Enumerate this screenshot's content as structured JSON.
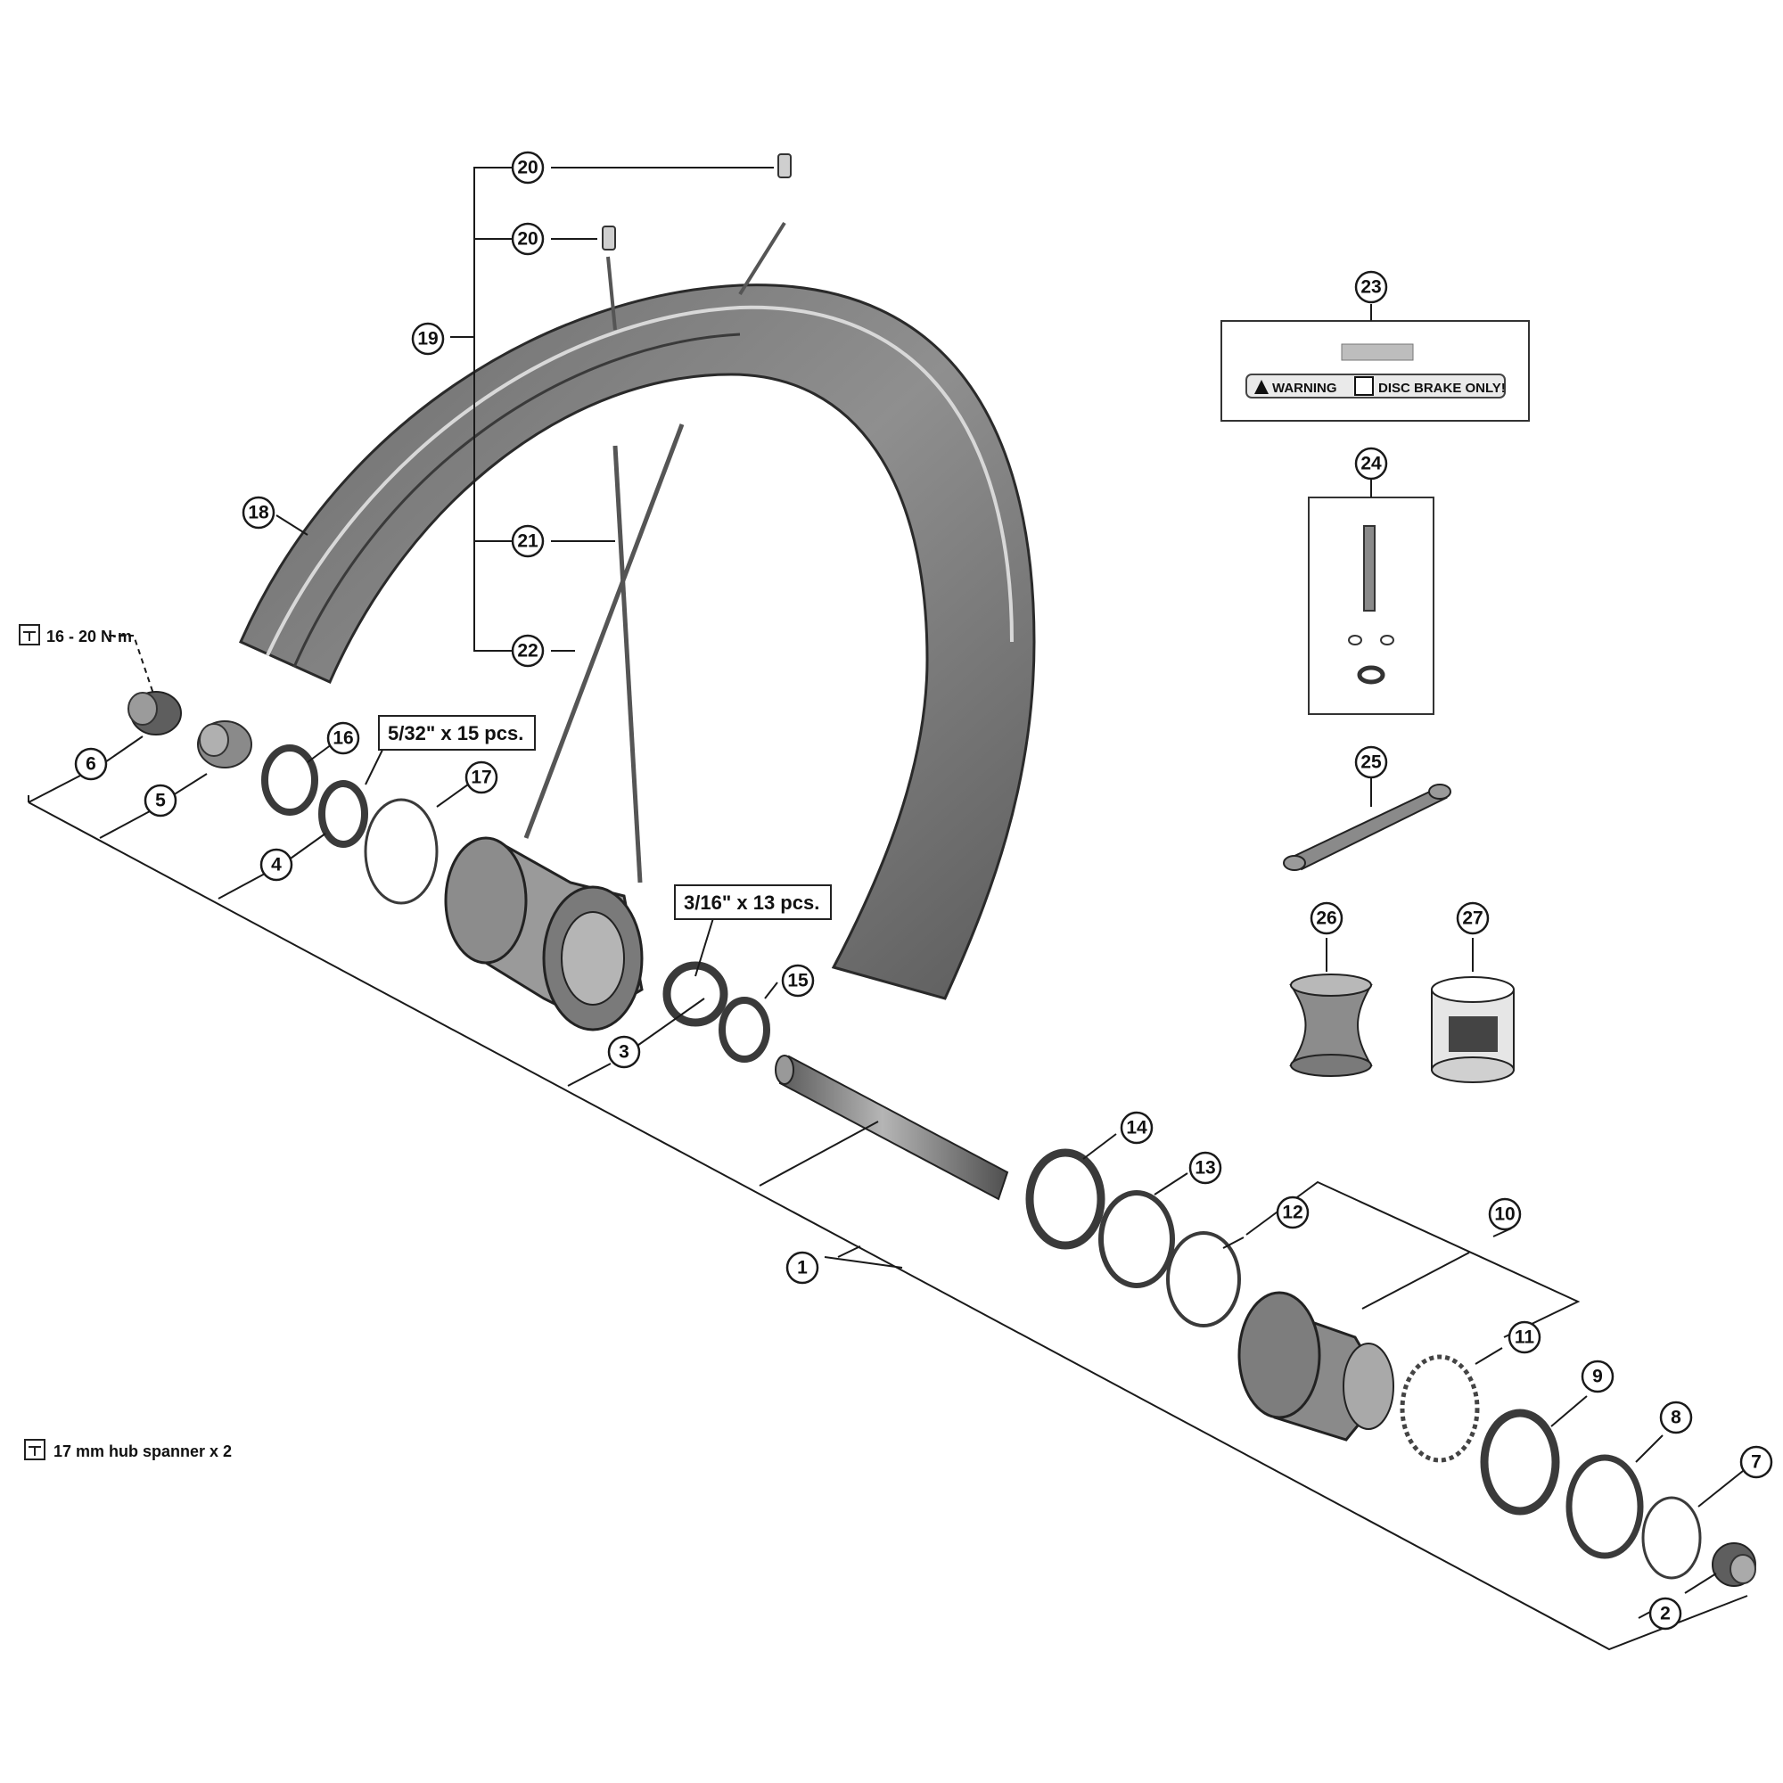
{
  "colors": {
    "line": "#1a1a1a",
    "part": "#8a8a8a",
    "part_dark": "#5e5e5e",
    "background": "#ffffff"
  },
  "callouts": {
    "n1": "1",
    "n2": "2",
    "n3": "3",
    "n4": "4",
    "n5": "5",
    "n6": "6",
    "n7": "7",
    "n8": "8",
    "n9": "9",
    "n10": "10",
    "n11": "11",
    "n12": "12",
    "n13": "13",
    "n14": "14",
    "n15": "15",
    "n16": "16",
    "n17": "17",
    "n18": "18",
    "n19": "19",
    "n20a": "20",
    "n20b": "20",
    "n21": "21",
    "n22": "22",
    "n23": "23",
    "n24": "24",
    "n25": "25",
    "n26": "26",
    "n27": "27"
  },
  "notes": {
    "torque": "16 - 20 N·m",
    "spanner": "17 mm hub spanner x 2",
    "balls_left": "5/32\" x 15 pcs.",
    "balls_right": "3/16\" x 13 pcs."
  },
  "label_sticker": {
    "warning": "WARNING",
    "disc_brake": "DISC BRAKE ONLY!"
  },
  "icons": {
    "tool": "tool-icon",
    "warning": "warning-triangle-icon"
  }
}
